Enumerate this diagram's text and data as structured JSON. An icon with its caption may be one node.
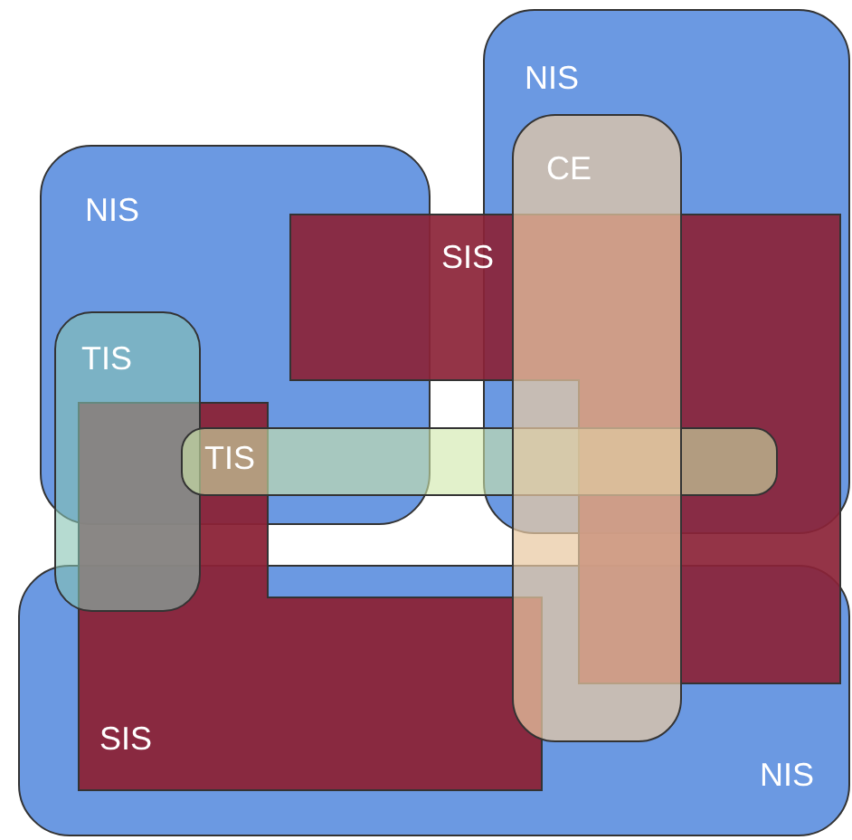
{
  "diagram": {
    "nodes": [
      {
        "text": [
          "NIS"
        ]
      },
      {
        "text": [
          "CE"
        ]
      },
      {
        "text": [
          "NIS"
        ]
      },
      {
        "text": [
          "SIS"
        ]
      },
      {
        "text": [
          "TIS"
        ]
      },
      {
        "text": [
          "TIS"
        ]
      },
      {
        "text": [
          "SIS"
        ]
      },
      {
        "text": [
          "NIS"
        ]
      }
    ]
  }
}
